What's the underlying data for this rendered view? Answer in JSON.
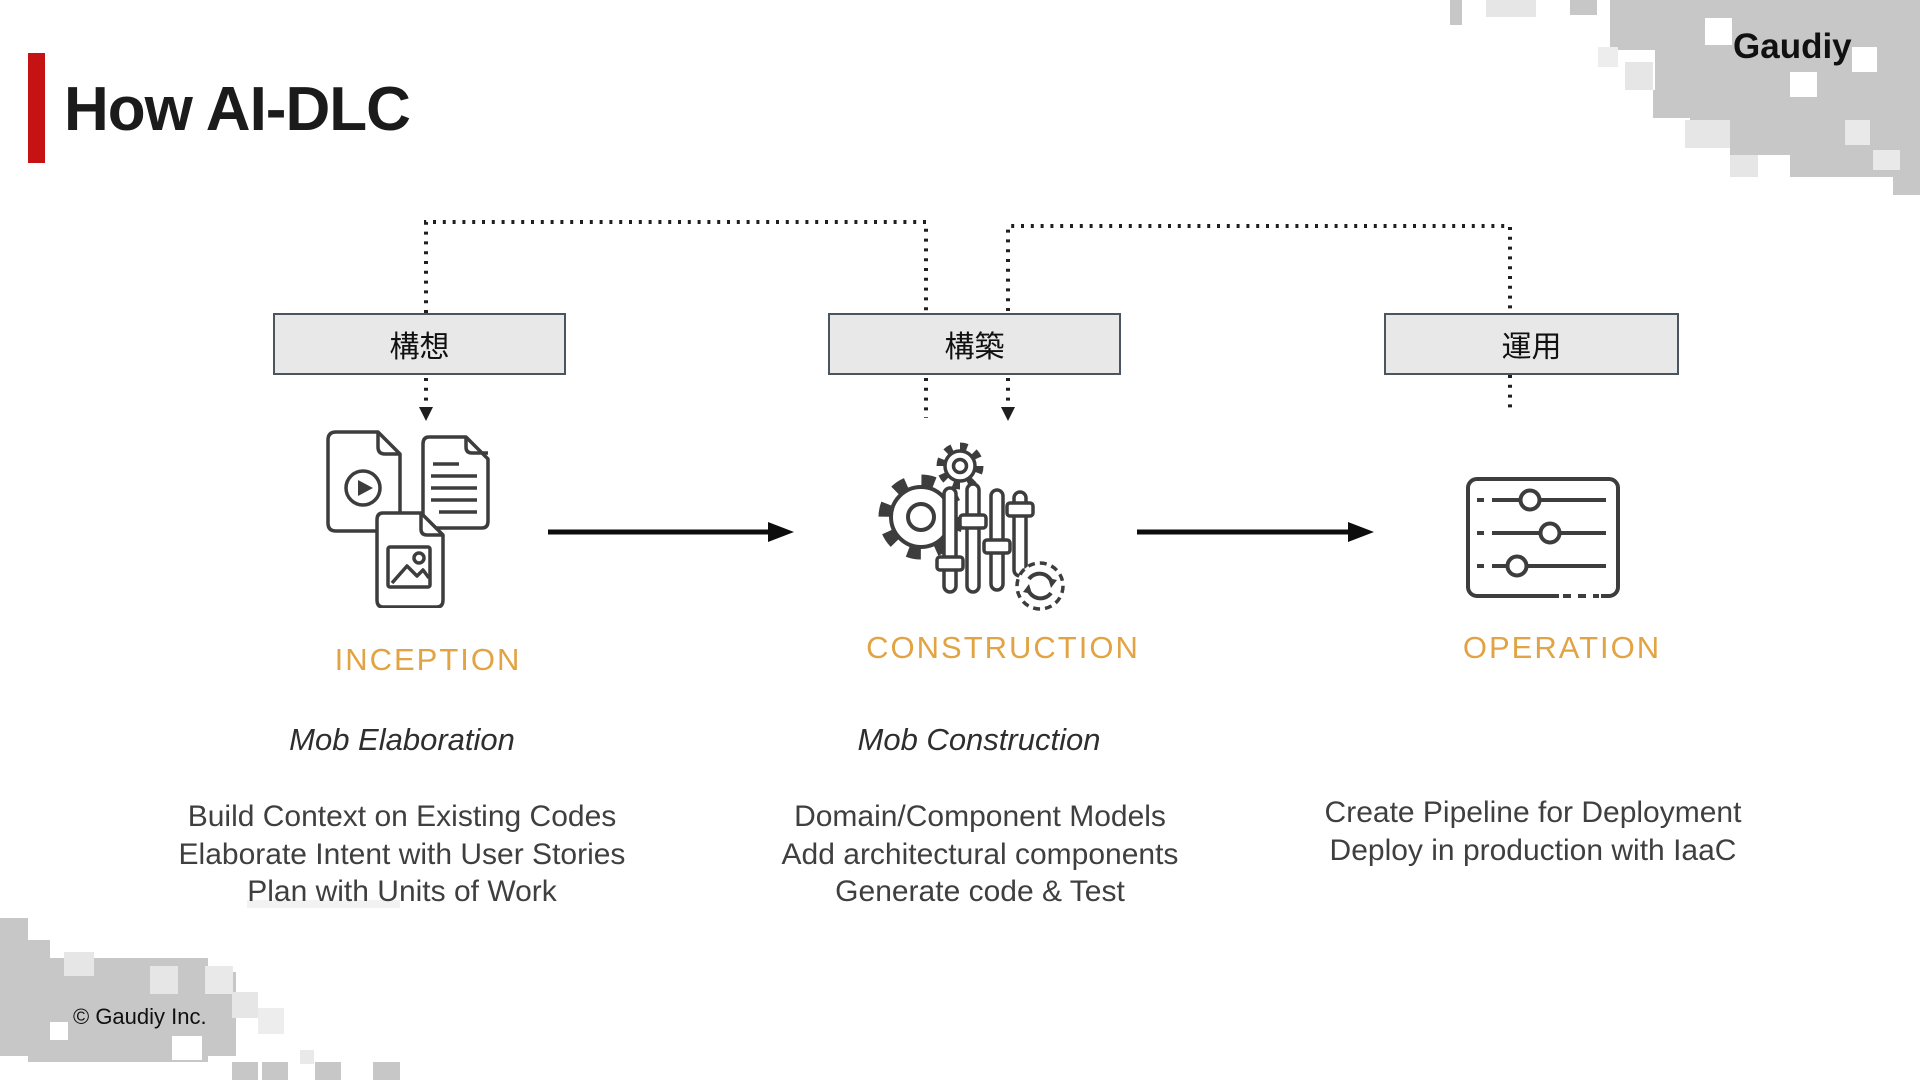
{
  "slide": {
    "title": "How AI-DLC",
    "logo_text": "Gaudiy",
    "copyright": "© Gaudiy Inc."
  },
  "colors": {
    "accent_red": "#C51212",
    "phase_label_orange": "#E2A343",
    "box_fill": "#E8E8E8",
    "box_border": "#4A5560",
    "mosaic_gray": "#C7C7C7",
    "icon_stroke": "#3D3D3D"
  },
  "phases": [
    {
      "jp_label": "構想",
      "en_label": "INCEPTION",
      "subtitle": "Mob Elaboration",
      "icon": "documents-icon",
      "lines": [
        "Build Context on Existing Codes",
        "Elaborate Intent with User Stories",
        "Plan with Units of Work"
      ]
    },
    {
      "jp_label": "構築",
      "en_label": "CONSTRUCTION",
      "subtitle": "Mob Construction",
      "icon": "gears-sliders-icon",
      "lines": [
        "Domain/Component Models",
        "Add architectural components",
        "Generate code & Test"
      ]
    },
    {
      "jp_label": "運用",
      "en_label": "OPERATION",
      "icon": "sliders-panel-icon",
      "lines": [
        "Create Pipeline for Deployment",
        "Deploy in production with IaaC"
      ]
    }
  ]
}
